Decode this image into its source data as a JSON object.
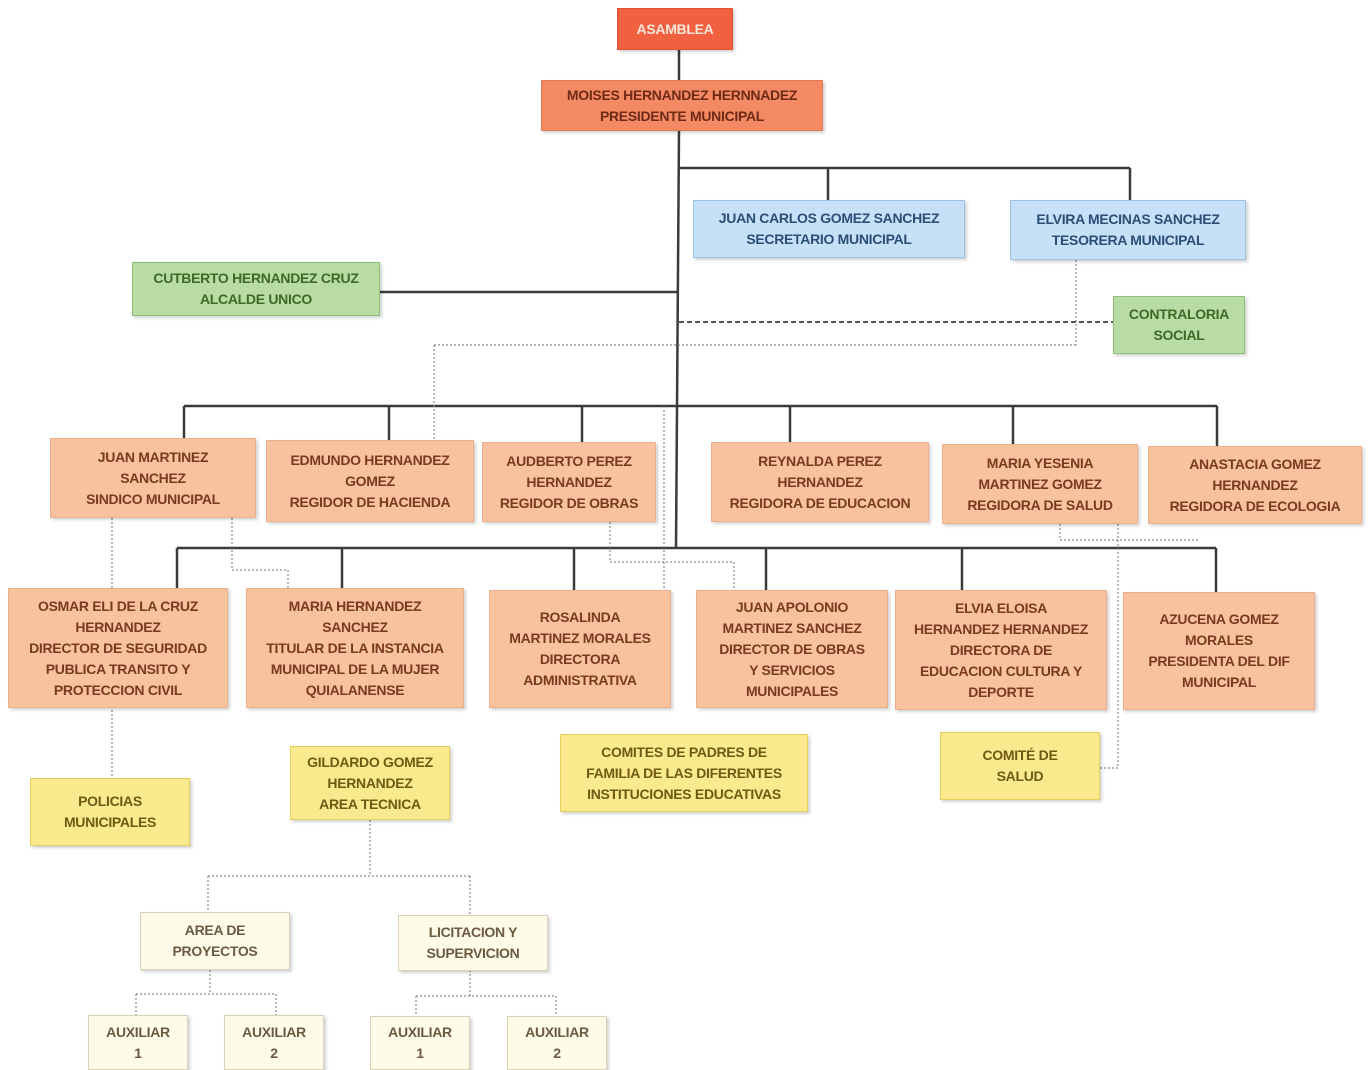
{
  "nodes": {
    "asamblea": [
      "ASAMBLEA"
    ],
    "presidente": [
      "MOISES HERNANDEZ HERNNADEZ",
      "PRESIDENTE MUNICIPAL"
    ],
    "secretario": [
      "JUAN CARLOS GOMEZ SANCHEZ",
      "SECRETARIO MUNICIPAL"
    ],
    "tesorera": [
      "ELVIRA MECINAS SANCHEZ",
      "TESORERA MUNICIPAL"
    ],
    "alcalde": [
      "CUTBERTO HERNANDEZ CRUZ",
      "ALCALDE UNICO"
    ],
    "contraloria": [
      "CONTRALORIA",
      "SOCIAL"
    ],
    "sindico": [
      "JUAN MARTINEZ",
      "SANCHEZ",
      "SINDICO MUNICIPAL"
    ],
    "hacienda": [
      "EDMUNDO HERNANDEZ",
      "GOMEZ",
      "REGIDOR DE  HACIENDA"
    ],
    "obras_reg": [
      "AUDBERTO PEREZ",
      "HERNANDEZ",
      "REGIDOR DE OBRAS"
    ],
    "educacion_reg": [
      "REYNALDA PEREZ",
      "HERNANDEZ",
      "REGIDORA DE EDUCACION"
    ],
    "salud_reg": [
      "MARIA YESENIA",
      "MARTINEZ GOMEZ",
      "REGIDORA DE SALUD"
    ],
    "ecologia_reg": [
      "ANASTACIA GOMEZ",
      "HERNANDEZ",
      "REGIDORA DE ECOLOGIA"
    ],
    "seguridad": [
      "OSMAR ELI DE LA CRUZ",
      "HERNANDEZ",
      "DIRECTOR DE SEGURIDAD",
      "PUBLICA TRANSITO  Y",
      "PROTECCION CIVIL"
    ],
    "mujer": [
      "MARIA HERNANDEZ",
      "SANCHEZ",
      "TITULAR DE LA INSTANCIA",
      "MUNICIPAL DE LA MUJER",
      "QUIALANENSE"
    ],
    "administrativa": [
      "ROSALINDA",
      "MARTINEZ MORALES",
      "DIRECTORA",
      "ADMINISTRATIVA"
    ],
    "obras_dir": [
      "JUAN APOLONIO",
      "MARTINEZ SANCHEZ",
      "DIRECTOR DE OBRAS",
      "Y SERVICIOS",
      "MUNICIPALES"
    ],
    "educacion_dir": [
      "ELVIA ELOISA",
      "HERNANDEZ HERNANDEZ",
      "DIRECTORA DE",
      "EDUCACION CULTURA Y",
      "DEPORTE"
    ],
    "dif": [
      "AZUCENA GOMEZ",
      "MORALES",
      "PRESIDENTA DEL DIF",
      "MUNICIPAL"
    ],
    "policias": [
      "POLICIAS",
      "MUNICIPALES"
    ],
    "area_tecnica": [
      "GILDARDO GOMEZ",
      "HERNANDEZ",
      "AREA TECNICA"
    ],
    "comites": [
      "COMITES DE PADRES DE",
      "FAMILIA DE LAS DIFERENTES",
      "INSTITUCIONES EDUCATIVAS"
    ],
    "comite_salud": [
      "COMITÉ DE",
      "SALUD"
    ],
    "proyectos": [
      "AREA DE",
      "PROYECTOS"
    ],
    "licitacion": [
      "LICITACION Y",
      "SUPERVICION"
    ],
    "aux_p1": [
      "AUXILIAR",
      "1"
    ],
    "aux_p2": [
      "AUXILIAR",
      "2"
    ],
    "aux_l1": [
      "AUXILIAR",
      "1"
    ],
    "aux_l2": [
      "AUXILIAR",
      "2"
    ]
  },
  "colors": {
    "top": "#f2613f",
    "presidente": "#f48a63",
    "officers": "#c6e0f7",
    "alcalde": "#b8dca4",
    "regidores": "#f9c29f",
    "committees": "#fbe98d",
    "technical_units": "#fffbe9",
    "lines": "#333333"
  }
}
